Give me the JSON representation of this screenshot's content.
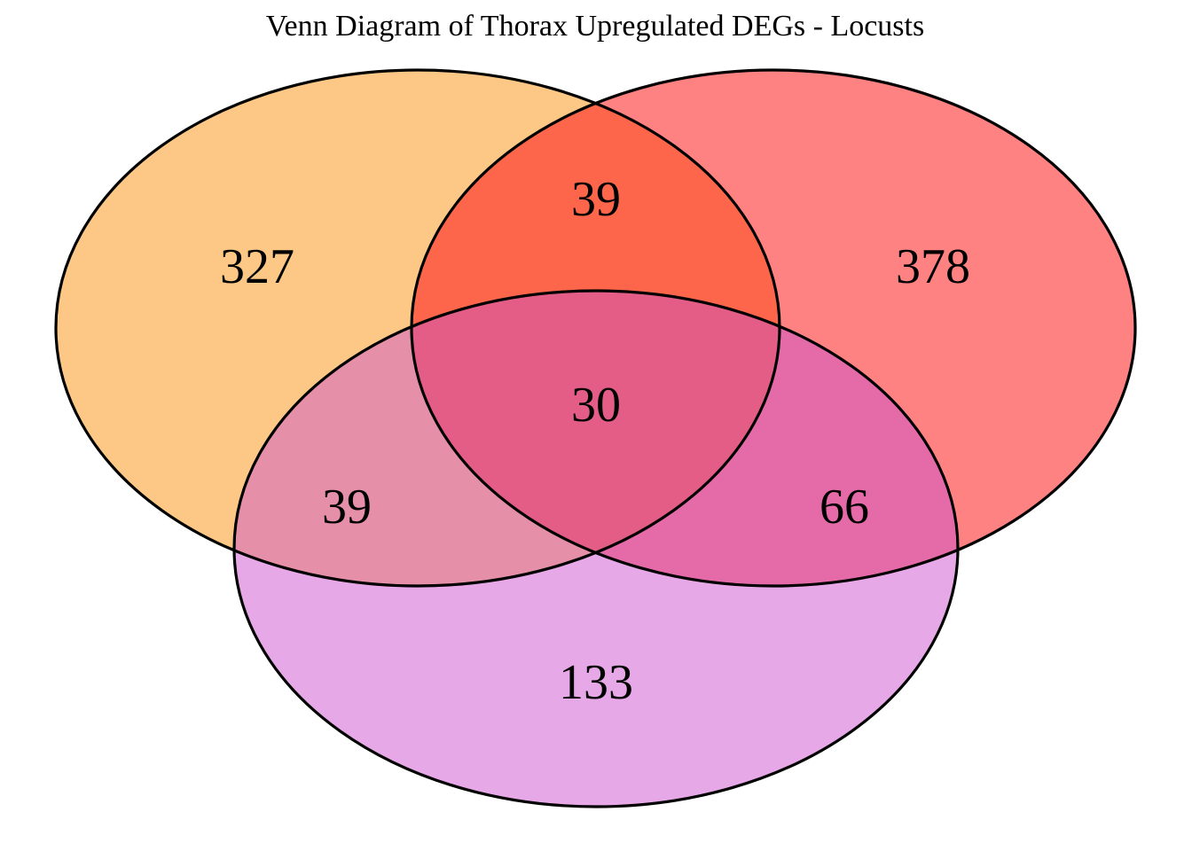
{
  "title": "Venn Diagram of Thorax Upregulated DEGs - Locusts",
  "colors": {
    "set_a": "#fdc886",
    "set_b": "#ff8283",
    "set_c": "#e6a8e6",
    "a_and_b": "#fd664b",
    "a_and_c": "#e590a8",
    "b_and_c": "#e56aa8",
    "a_and_b_and_c": "#e35d86",
    "outline": "#000000"
  },
  "regions": {
    "a_only": "327",
    "b_only": "378",
    "c_only": "133",
    "a_and_b": "39",
    "a_and_c": "39",
    "b_and_c": "66",
    "a_and_b_and_c": "30"
  }
}
